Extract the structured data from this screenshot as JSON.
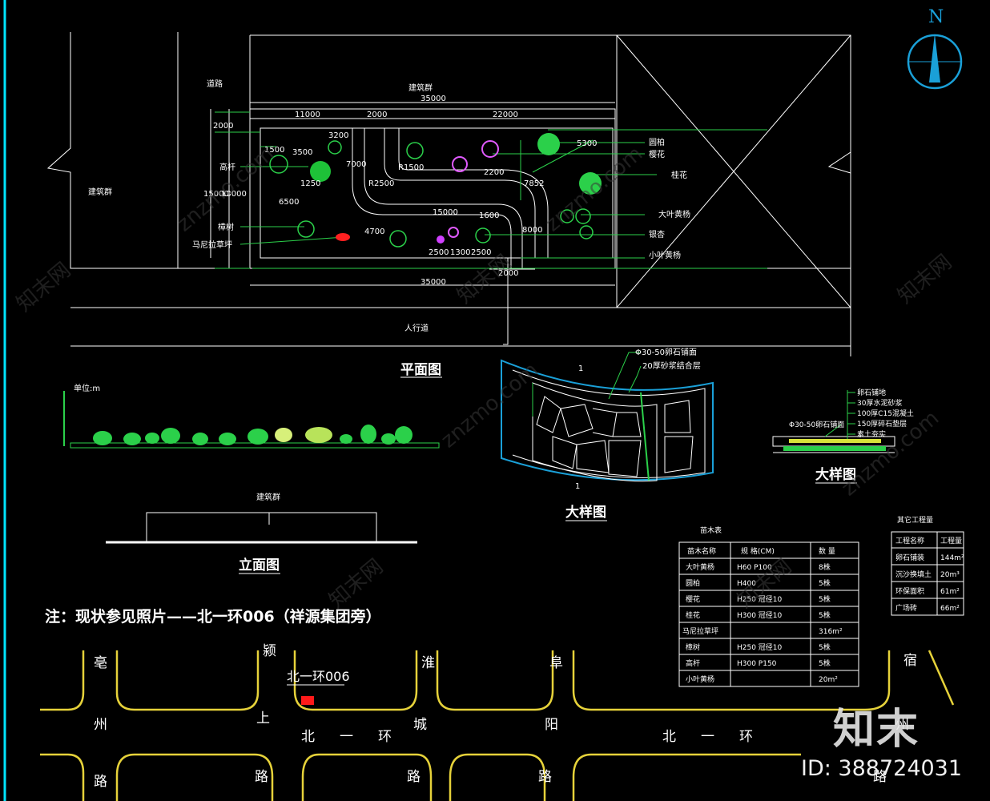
{
  "north": "N",
  "plan": {
    "title": "平面图",
    "building_top": "建筑群",
    "building_left": "建筑群",
    "road_left": "道路",
    "sidewalk": "人行道",
    "dims": {
      "top_total": "35000",
      "bottom_total": "35000",
      "top_a": "11000",
      "top_b": "2000",
      "top_c": "22000",
      "left_outer": "15000",
      "left_inner": "13000",
      "left_top": "2000",
      "d1500": "1500",
      "d3500": "3500",
      "d1250": "1250",
      "d6500": "6500",
      "d3200": "3200",
      "d7000": "7000",
      "r2500": "R2500",
      "r1500": "R1500",
      "d15000": "15000",
      "d2200": "2200",
      "d5300": "5300",
      "d7852": "7852",
      "d4700": "4700",
      "d2500": "2500",
      "d1300": "1300",
      "d2500b": "2500",
      "d2000": "2000",
      "d8000": "8000",
      "d1600": "1600"
    },
    "left_labels": [
      "高杆",
      "樟树",
      "马尼拉草坪"
    ],
    "right_labels": [
      "圆柏",
      "樱花",
      "桂花",
      "大叶黄杨",
      "银杏",
      "小叶黄杨"
    ]
  },
  "elevation": {
    "title": "立面图",
    "label": "建筑群"
  },
  "section": {
    "scale": "单位:m"
  },
  "detail1": {
    "title": "大样图",
    "mark_top": "1",
    "mark_bottom": "1",
    "callouts": [
      "Φ30-50卵石铺面",
      "20厚砂浆结合层"
    ]
  },
  "detail2": {
    "title": "大样图",
    "callout_left": "Φ30-50卵石铺面",
    "callouts": [
      "卵石铺地",
      "30厚水泥砂浆",
      "100厚C15混凝土",
      "150厚碎石垫层",
      "素土夯实"
    ]
  },
  "note": "注：现状参见照片——北一环006（祥源集团旁）",
  "plant_table": {
    "title": "苗木表",
    "headers": [
      "苗木名称",
      "规 格(CM)",
      "数 量"
    ],
    "rows": [
      [
        "大叶黄杨",
        "H60 P100",
        "8株"
      ],
      [
        "圆柏",
        "H400",
        "5株"
      ],
      [
        "樱花",
        "H250 冠径10",
        "5株"
      ],
      [
        "桂花",
        "H300 冠径10",
        "5株"
      ],
      [
        "马尼拉草坪",
        "",
        "316m²"
      ],
      [
        "樟树",
        "H250 冠径10",
        "5株"
      ],
      [
        "高杆",
        "H300 P150",
        "5株"
      ],
      [
        "小叶黄杨",
        "",
        "20m²"
      ]
    ]
  },
  "work_table": {
    "title": "其它工程量",
    "headers": [
      "工程名称",
      "工程量"
    ],
    "rows": [
      [
        "卵石铺装",
        "144m²"
      ],
      [
        "沉沙换填土",
        "20m³"
      ],
      [
        "环保面积",
        "61m²"
      ],
      [
        "广场砖",
        "66m²"
      ]
    ]
  },
  "map": {
    "marker": "北一环006",
    "roads": [
      "亳",
      "州",
      "路",
      "颍",
      "上",
      "路",
      "淮",
      "城",
      "路",
      "阜",
      "阳",
      "路",
      "宿",
      "州",
      "路",
      "北",
      "一",
      "环",
      "北",
      "一",
      "环"
    ]
  },
  "watermark": {
    "logo": "知末",
    "id": "ID: 388724031",
    "site": "znzmo.com",
    "cn": "知末网"
  }
}
